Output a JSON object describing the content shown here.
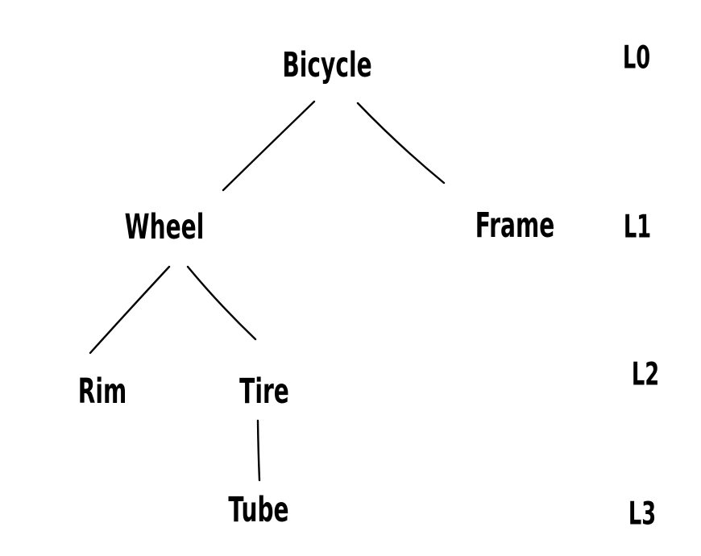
{
  "canvas": {
    "background_color": "#ffffff",
    "ink_color": "#000000",
    "style": "hand-drawn sketch"
  },
  "diagram": {
    "type": "tree",
    "nodes": [
      {
        "id": "bicycle",
        "label": "Bicycle",
        "level": "L0"
      },
      {
        "id": "wheel",
        "label": "Wheel",
        "level": "L1"
      },
      {
        "id": "frame",
        "label": "Frame",
        "level": "L1"
      },
      {
        "id": "rim",
        "label": "Rim",
        "level": "L2"
      },
      {
        "id": "tire",
        "label": "Tire",
        "level": "L2"
      },
      {
        "id": "tube",
        "label": "Tube",
        "level": "L3"
      }
    ],
    "edges": [
      {
        "from": "bicycle",
        "to": "wheel"
      },
      {
        "from": "bicycle",
        "to": "frame"
      },
      {
        "from": "wheel",
        "to": "rim"
      },
      {
        "from": "wheel",
        "to": "tire"
      },
      {
        "from": "tire",
        "to": "tube"
      }
    ],
    "level_labels": [
      {
        "label": "L0"
      },
      {
        "label": "L1"
      },
      {
        "label": "L2"
      },
      {
        "label": "L3"
      }
    ]
  }
}
